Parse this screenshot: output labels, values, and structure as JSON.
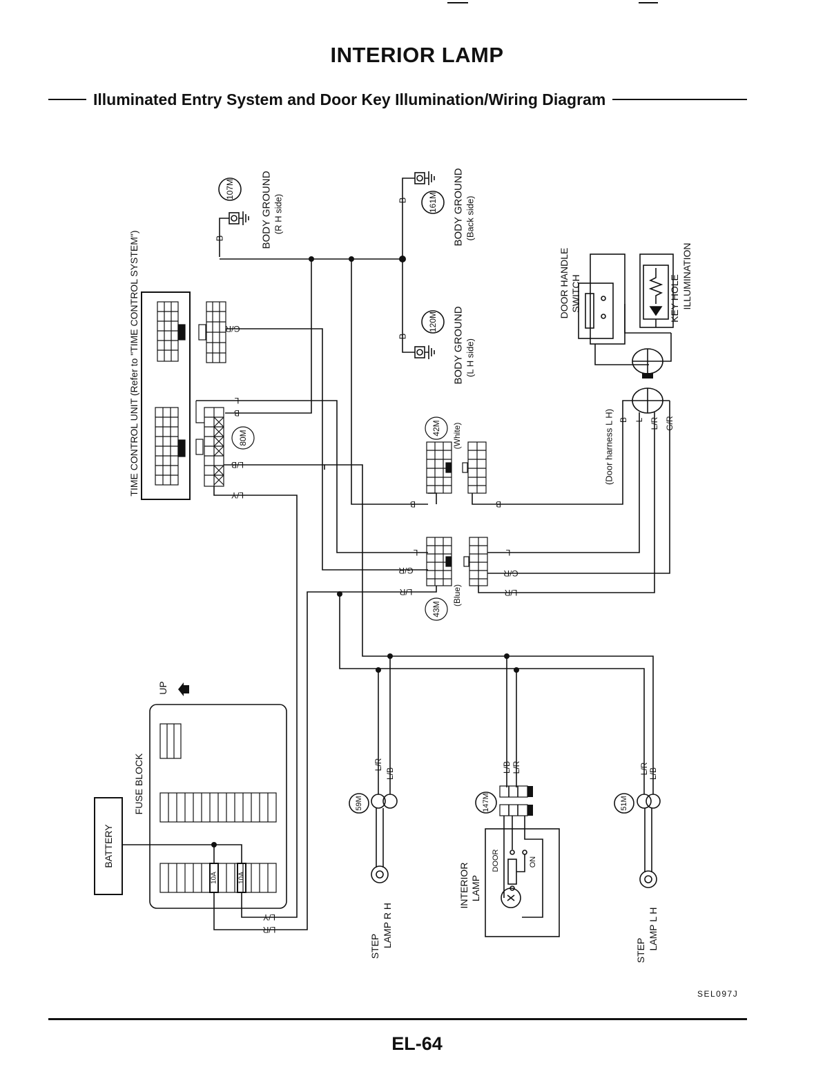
{
  "page": {
    "title": "INTERIOR LAMP",
    "subtitle": "Illuminated Entry System and Door Key Illumination/Wiring Diagram",
    "diagram_code": "SEL097J",
    "page_number": "EL-64"
  },
  "labels": {
    "battery": "BATTERY",
    "fuse_block": "FUSE BLOCK",
    "up": "UP",
    "fuse_left": "10A",
    "fuse_right": "10A",
    "tcu": "TIME CONTROL UNIT (Refer to \"TIME CONTROL SYSTEM\")",
    "ground_rh_1": "BODY GROUND",
    "ground_rh_2": "(R H side)",
    "ground_back_1": "BODY GROUND",
    "ground_back_2": "(Back side)",
    "ground_lh_1": "BODY GROUND",
    "ground_lh_2": "(L H side)",
    "door_handle_1": "DOOR HANDLE",
    "door_handle_2": "SWITCH",
    "keyhole_1": "KEY HOLE",
    "keyhole_2": "ILLUMINATION",
    "door_harness": "(Door harness L H)",
    "white": "(White)",
    "blue": "(Blue)",
    "interior_1": "INTERIOR",
    "interior_2": "LAMP",
    "door_pos": "DOOR",
    "on_pos": "ON",
    "step_rh_1": "STEP",
    "step_rh_2": "LAMP R H",
    "step_lh_1": "STEP",
    "step_lh_2": "LAMP L H"
  },
  "connectors": {
    "c107": "107M",
    "c161": "161M",
    "c120": "120M",
    "c80": "80M",
    "c42": "42M",
    "c43": "43M",
    "c59": "59M",
    "c147": "147M",
    "c51": "51M"
  },
  "wires": {
    "gr": "G/R",
    "l": "L",
    "b": "B",
    "lb": "L/B",
    "ly": "L/Y",
    "lr": "L/R"
  },
  "colors": {
    "ink": "#111111",
    "paper": "#ffffff"
  }
}
